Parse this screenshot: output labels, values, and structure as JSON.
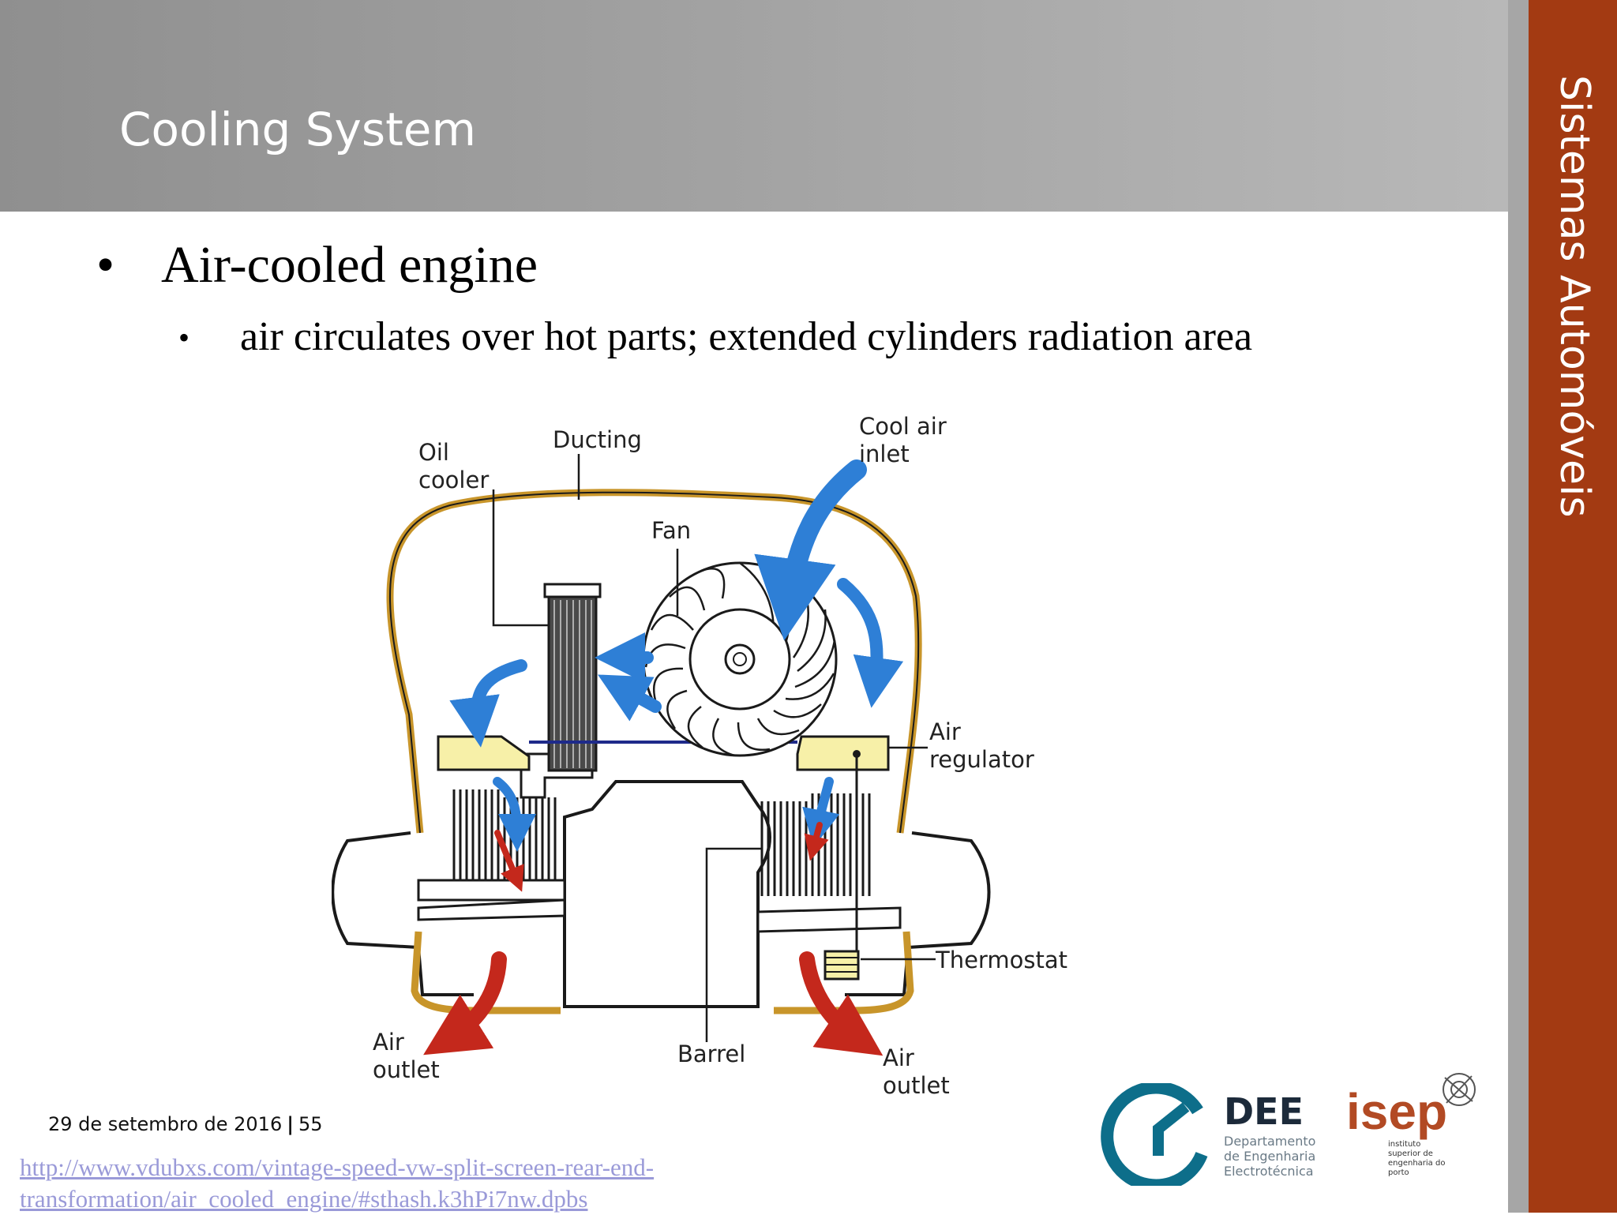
{
  "slide": {
    "title": "Cooling System",
    "side_title": "Sistemas Automóveis",
    "bullet1": "Air-cooled engine",
    "bullet2": "air circulates over hot parts; extended cylinders radiation area",
    "bullet_char": "•"
  },
  "diagram": {
    "labels": {
      "ducting": "Ducting",
      "oil1": "Oil",
      "oil2": "cooler",
      "cool1": "Cool air",
      "cool2": "inlet",
      "fan": "Fan",
      "reg1": "Air",
      "reg2": "regulator",
      "thermostat": "Thermostat",
      "barrel": "Barrel",
      "outl1": "Air",
      "outl2": "outlet",
      "outr1": "Air",
      "outr2": "outlet"
    },
    "colors": {
      "outline": "#1a1a1a",
      "ducting": "#c8952a",
      "cool_air": "#2e7fd6",
      "hot_air": "#c4281c",
      "regulator": "#f7f0a8"
    }
  },
  "footer": {
    "date": "29 de setembro de 2016",
    "separator": "|",
    "page": "55",
    "link_line1": "http://www.vdubxs.com/vintage-speed-vw-split-screen-rear-end-",
    "link_line2": "transformation/air_cooled_engine/#sthash.k3hPi7nw.dpbs"
  },
  "logos": {
    "dee_title": "DEE",
    "dee_sub1": "Departamento",
    "dee_sub2": "de Engenharia",
    "dee_sub3": "Electrotécnica",
    "isep_title": "isep",
    "isep_sub1": "instituto",
    "isep_sub2": "superior de",
    "isep_sub3": "engenharia do",
    "isep_sub4": "porto"
  }
}
